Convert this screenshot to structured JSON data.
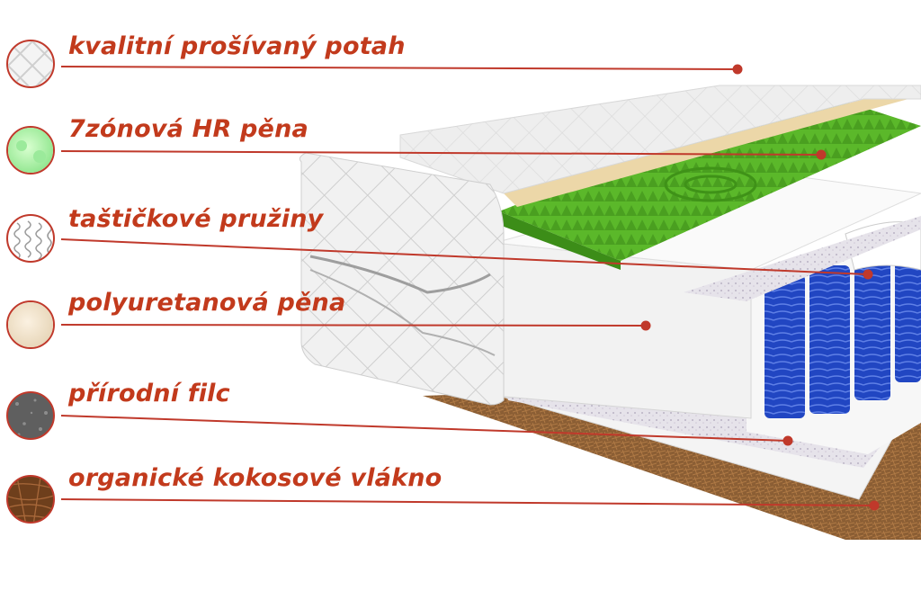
{
  "colors": {
    "accent": "#c0392b",
    "label_text": "#c23a1c",
    "foam_green": "#5cb82a",
    "spring_blue": "#1f3fb4",
    "latex_beige": "#ecd9b4",
    "coconut_brown": "#8a5a2b",
    "felt_gray": "#6f6f6f"
  },
  "layers": [
    {
      "id": "potah",
      "label": "kvalitní prošívaný potah",
      "icon": "quilted-cover-icon"
    },
    {
      "id": "pena_hr",
      "label": "7zónová HR pěna",
      "icon": "green-foam-icon"
    },
    {
      "id": "pruziny",
      "label": "taštičkové pružiny",
      "icon": "pocket-spring-icon"
    },
    {
      "id": "pur",
      "label": "polyuretanová pěna",
      "icon": "beige-foam-icon"
    },
    {
      "id": "filc",
      "label": "přírodní filc",
      "icon": "felt-icon"
    },
    {
      "id": "kokos",
      "label": "organické kokosové vlákno",
      "icon": "coconut-fiber-icon"
    }
  ]
}
